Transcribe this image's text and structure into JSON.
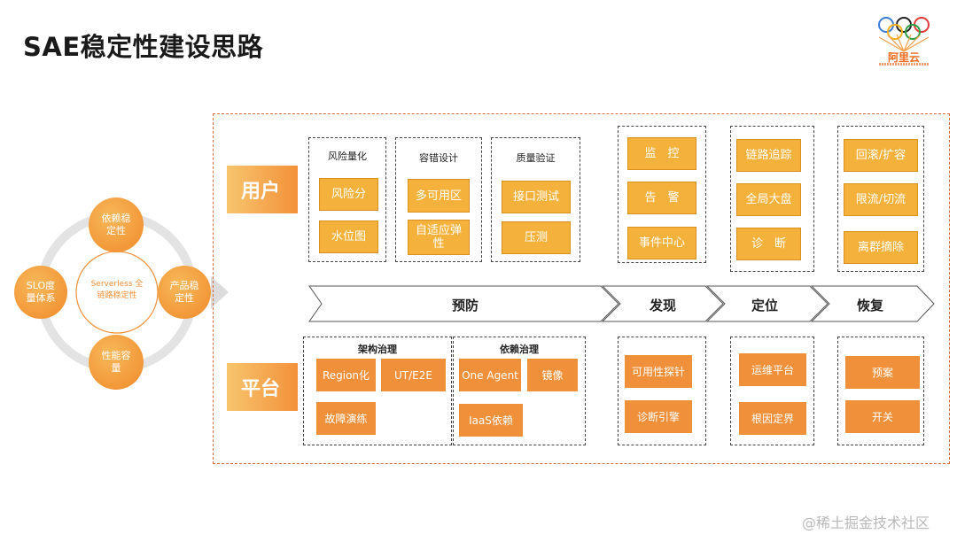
{
  "title": "SAE稳定性建设思路",
  "logo": {
    "text": "阿里云"
  },
  "left_diagram": {
    "center": [
      "Serverless 全",
      "链路稳定性"
    ],
    "nodes": {
      "top": [
        "依赖稳",
        "定性"
      ],
      "right": [
        "产品稳",
        "定性"
      ],
      "bottom": [
        "性能容",
        "量"
      ],
      "left": [
        "SLO度",
        "量体系"
      ]
    }
  },
  "rows": {
    "user": "用户",
    "platform": "平台"
  },
  "user_groups": {
    "risk": {
      "title": "风险量化",
      "items": [
        "风险分",
        "水位图"
      ]
    },
    "fault": {
      "title": "容错设计",
      "items": [
        "多可用区",
        "自适应弹",
        "性"
      ]
    },
    "quality": {
      "title": "质量验证",
      "items": [
        "接口测试",
        "压测"
      ]
    },
    "discover": {
      "items": [
        "监　控",
        "告　警",
        "事件中心"
      ]
    },
    "locate": {
      "items": [
        "链路追踪",
        "全局大盘",
        "诊　断"
      ]
    },
    "recover": {
      "items": [
        "回滚/扩容",
        "限流/切流",
        "离群摘除"
      ]
    }
  },
  "phases": [
    "预防",
    "发现",
    "定位",
    "恢复"
  ],
  "platform_groups": {
    "arch": {
      "title": "架构治理",
      "items": [
        "Region化",
        "UT/E2E",
        "故障演练"
      ]
    },
    "dep": {
      "title": "依赖治理",
      "items": [
        "One Agent",
        "镜像",
        "IaaS依赖"
      ]
    },
    "discover": {
      "items": [
        "可用性探针",
        "诊断引擎"
      ]
    },
    "locate": {
      "items": [
        "运维平台",
        "根因定界"
      ]
    },
    "recover": {
      "items": [
        "预案",
        "开关"
      ]
    }
  },
  "watermark": "@稀土掘金技术社区",
  "colors": {
    "accent": "#f4b23c",
    "orange": "#f1903a",
    "frame": "#d36a3a"
  }
}
